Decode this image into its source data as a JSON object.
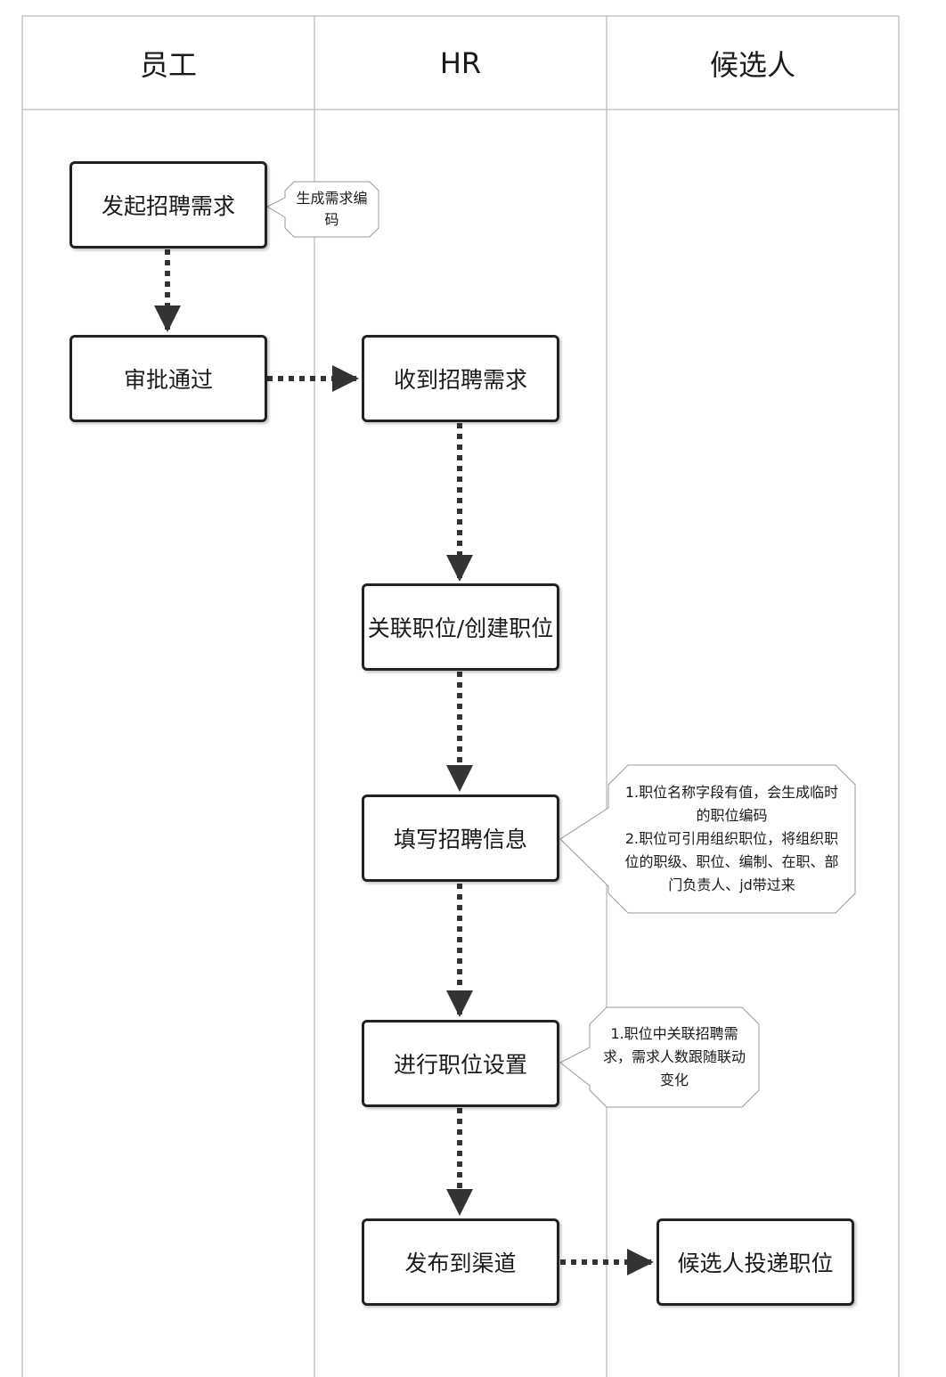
{
  "lanes": {
    "employee": "员工",
    "hr": "HR",
    "candidate": "候选人"
  },
  "steps": {
    "initiate_request": "发起招聘需求",
    "approve": "审批通过",
    "receive_request": "收到招聘需求",
    "link_or_create_position": "关联职位/创建职位",
    "fill_recruit_info": "填写招聘信息",
    "position_settings": "进行职位设置",
    "publish_channel": "发布到渠道",
    "candidate_apply": "候选人投递职位"
  },
  "notes": {
    "request_code": [
      "生成需求编",
      "码"
    ],
    "recruit_info": [
      "1.职位名称字段有值，会生成临时",
      "的职位编码",
      "2.职位可引用组织职位，将组织职",
      "位的职级、职位、编制、在职、部",
      "门负责人、jd带过来"
    ],
    "position_settings": [
      "1.职位中关联招聘需",
      "求，需求人数跟随联动",
      "变化"
    ]
  }
}
